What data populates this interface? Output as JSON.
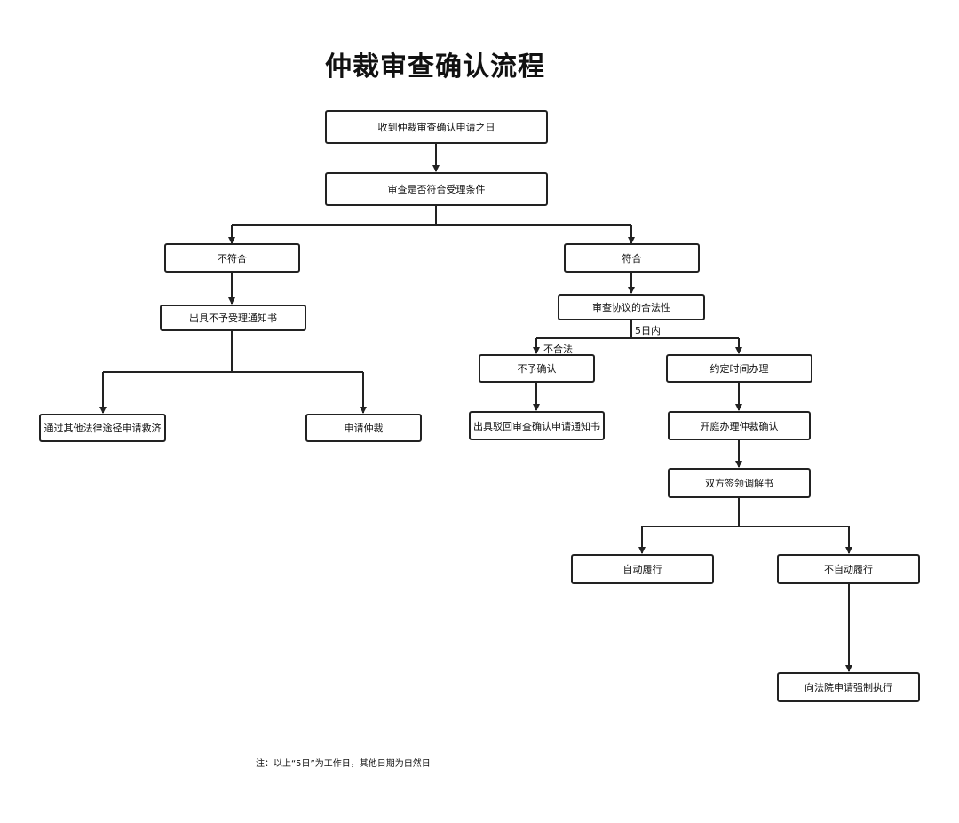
{
  "title": "仲裁审查确认流程",
  "nodes": {
    "receive": "收到仲裁审查确认申请之日",
    "review_conditions": "审查是否符合受理条件",
    "not_meet": "不符合",
    "meet": "符合",
    "issue_rejection_notice": "出具不予受理通知书",
    "other_legal_remedy": "通过其他法律途径申请救济",
    "apply_arbitration": "申请仲裁",
    "review_legality": "审查协议的合法性",
    "not_confirm": "不予确认",
    "schedule_time": "约定时间办理",
    "issue_dismissal_notice": "出具驳回审查确认申请通知书",
    "court_hearing": "开庭办理仲裁确认",
    "sign_mediation": "双方签领调解书",
    "auto_perform": "自动履行",
    "not_auto_perform": "不自动履行",
    "apply_enforcement": "向法院申请强制执行"
  },
  "edge_labels": {
    "within_5_days": "5日内",
    "illegal": "不合法"
  },
  "note": "注：以上“5日”为工作日，其他日期为自然日"
}
